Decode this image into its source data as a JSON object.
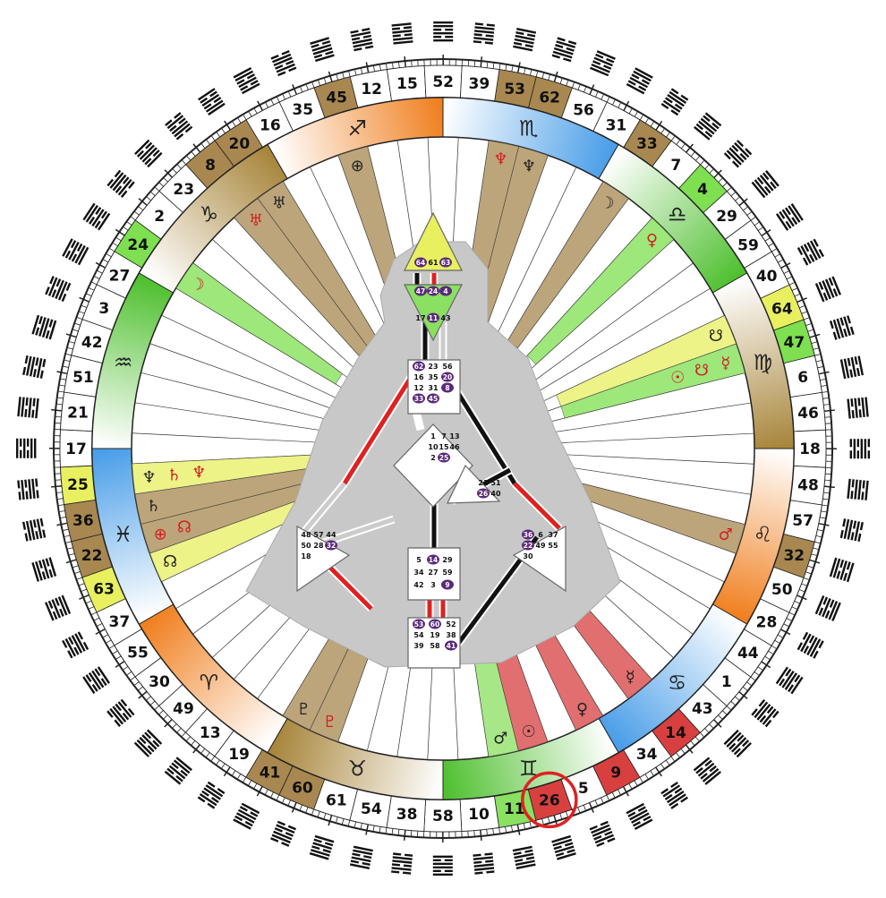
{
  "wheel": {
    "gates": [
      "25",
      "17",
      "21",
      "51",
      "42",
      "3",
      "27",
      "24",
      "2",
      "23",
      "8",
      "20",
      "16",
      "35",
      "45",
      "12",
      "15",
      "52",
      "39",
      "53",
      "62",
      "56",
      "31",
      "33",
      "7",
      "4",
      "29",
      "59",
      "40",
      "64",
      "47",
      "6",
      "46",
      "18",
      "48",
      "57",
      "32",
      "50",
      "28",
      "44",
      "1",
      "43",
      "14",
      "34",
      "9",
      "5",
      "26",
      "11",
      "10",
      "58",
      "38",
      "54",
      "61",
      "60",
      "41",
      "19",
      "13",
      "49",
      "30",
      "55",
      "37",
      "63",
      "22",
      "36"
    ],
    "gate_colors": {
      "25": "#e8f060",
      "24": "#7ee050",
      "8": "#a88850",
      "20": "#a88850",
      "45": "#a88850",
      "53": "#a88850",
      "62": "#a88850",
      "33": "#a88850",
      "4": "#7ee050",
      "47": "#7ee050",
      "64": "#e8f060",
      "32": "#a88850",
      "14": "#d84040",
      "9": "#d84040",
      "26": "#d84040",
      "11": "#8ae060",
      "60": "#a88850",
      "41": "#a88850",
      "63": "#e8f060",
      "22": "#a88850",
      "36": "#a88850"
    },
    "highlight_gate": "26",
    "highlight_color": "#e02020",
    "signs": [
      {
        "glyph": "♐",
        "start": 90,
        "end": 120,
        "color": "#f08020"
      },
      {
        "glyph": "♏",
        "start": 60,
        "end": 90,
        "color": "#4a9ee8"
      },
      {
        "glyph": "♎",
        "start": 30,
        "end": 60,
        "color": "#50c030"
      },
      {
        "glyph": "♍",
        "start": 0,
        "end": 30,
        "color": "#a8863c"
      },
      {
        "glyph": "♌",
        "start": -30,
        "end": 0,
        "color": "#f08020"
      },
      {
        "glyph": "♋",
        "start": -60,
        "end": -30,
        "color": "#4a9ee8"
      },
      {
        "glyph": "♊",
        "start": -90,
        "end": -60,
        "color": "#50c030"
      },
      {
        "glyph": "♉",
        "start": -120,
        "end": -90,
        "color": "#a8863c"
      },
      {
        "glyph": "♈",
        "start": -150,
        "end": -120,
        "color": "#f08020"
      },
      {
        "glyph": "♓",
        "start": -180,
        "end": -150,
        "color": "#4a9ee8"
      },
      {
        "glyph": "♒",
        "start": 150,
        "end": 180,
        "color": "#50c030"
      },
      {
        "glyph": "♑",
        "start": 120,
        "end": 150,
        "color": "#a8863c"
      }
    ],
    "planets": [
      {
        "glyph": "♂",
        "gate": "11",
        "color": "#222"
      },
      {
        "glyph": "☉",
        "gate": "26",
        "color": "#222"
      },
      {
        "glyph": "♀",
        "gate": "9",
        "color": "#222"
      },
      {
        "glyph": "☿",
        "gate": "14",
        "color": "#222"
      },
      {
        "glyph": "♂",
        "gate": "32",
        "color": "#d02020"
      },
      {
        "glyph": "☿",
        "gate": "47",
        "color": "#d02020"
      },
      {
        "glyph": "☋",
        "gate": "47",
        "color": "#d02020"
      },
      {
        "glyph": "☉",
        "gate": "47",
        "color": "#d02020"
      },
      {
        "glyph": "☋",
        "gate": "64",
        "color": "#222"
      },
      {
        "glyph": "♀",
        "gate": "4",
        "color": "#d02020"
      },
      {
        "glyph": "☽",
        "gate": "33",
        "color": "#222"
      },
      {
        "glyph": "♆",
        "gate": "62",
        "color": "#222"
      },
      {
        "glyph": "♆",
        "gate": "53",
        "color": "#d02020"
      },
      {
        "glyph": "⊕",
        "gate": "45",
        "color": "#222"
      },
      {
        "glyph": "♅",
        "gate": "8",
        "color": "#d02020"
      },
      {
        "glyph": "♅",
        "gate": "20",
        "color": "#222"
      },
      {
        "glyph": "☽",
        "gate": "24",
        "color": "#d02020"
      },
      {
        "glyph": "♆",
        "gate": "25",
        "color": "#222"
      },
      {
        "glyph": "♄",
        "gate": "25",
        "color": "#d02020"
      },
      {
        "glyph": "♆",
        "gate": "25",
        "color": "#d02020"
      },
      {
        "glyph": "♄",
        "gate": "36",
        "color": "#222"
      },
      {
        "glyph": "⊕",
        "gate": "22",
        "color": "#d02020"
      },
      {
        "glyph": "☊",
        "gate": "22",
        "color": "#d02020"
      },
      {
        "glyph": "☊",
        "gate": "63",
        "color": "#222"
      },
      {
        "glyph": "♇",
        "gate": "41",
        "color": "#222"
      },
      {
        "glyph": "♇",
        "gate": "60",
        "color": "#d02020"
      }
    ]
  },
  "bodygraph": {
    "head_gates": [
      "64",
      "61",
      "63"
    ],
    "ajna_gates": [
      "47",
      "24",
      "4",
      "17",
      "11",
      "43"
    ],
    "throat_gates": [
      "62",
      "23",
      "56",
      "16",
      "35",
      "20",
      "12",
      "31",
      "8",
      "33",
      "45"
    ],
    "g_gates": [
      "1",
      "7",
      "13",
      "10",
      "15",
      "46",
      "2",
      "25"
    ],
    "heart_gates": [
      "21",
      "51",
      "26",
      "40"
    ],
    "spleen_gates": [
      "48",
      "57",
      "44",
      "50",
      "28",
      "32",
      "18"
    ],
    "sacral_gates": [
      "5",
      "14",
      "29",
      "34",
      "27",
      "59",
      "42",
      "3",
      "9"
    ],
    "root_gates": [
      "53",
      "60",
      "52",
      "54",
      "19",
      "38",
      "39",
      "58",
      "41"
    ],
    "sp_gates": [
      "36",
      "6",
      "37",
      "22",
      "49",
      "55",
      "30"
    ]
  }
}
